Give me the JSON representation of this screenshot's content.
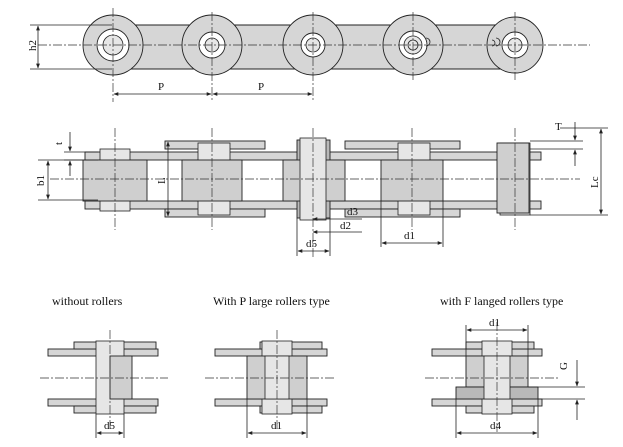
{
  "dimension_labels": {
    "h2": "h2",
    "p_left": "P",
    "p_right": "P",
    "t": "t",
    "T": "T",
    "b1": "b1",
    "L": "L",
    "Lc": "Lc",
    "d3": "d3",
    "d2": "d2",
    "d5_main": "d5",
    "d1_main": "d1"
  },
  "types": {
    "without_rollers": {
      "caption": "without rollers",
      "d5": "d5"
    },
    "p_large_rollers": {
      "caption": "With P large rollers type",
      "d1": "d1"
    },
    "f_flanged_rollers": {
      "caption": "with F langed rollers type",
      "d1": "d1",
      "G": "G",
      "d4": "d4"
    }
  }
}
